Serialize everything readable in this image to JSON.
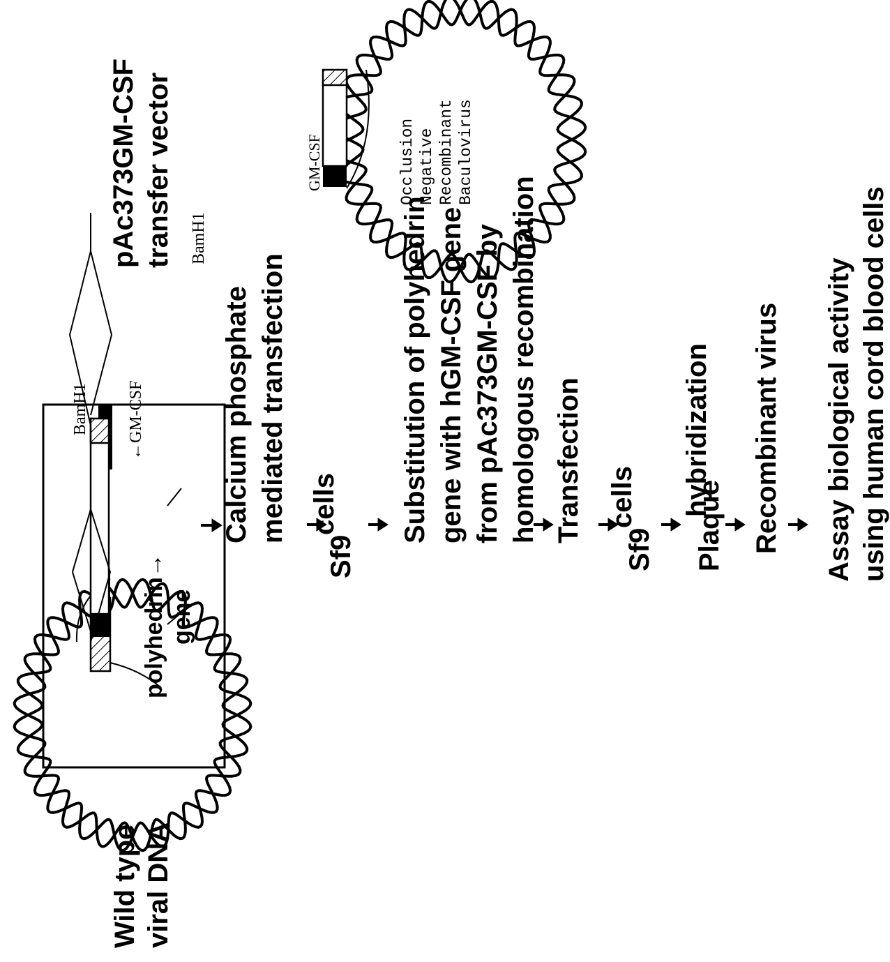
{
  "labels": {
    "wild_type_line1": "Wild type",
    "wild_type_line2": "viral DNA",
    "polyhedrin_line1": "polyhedrin→",
    "polyhedrin_line2": "gene",
    "vector_line1": "pAc373GM-CSF",
    "vector_line2": "transfer vector",
    "bamh1_top": "BamH1",
    "bamh1_bottom": "BamH1",
    "gm_csf_insert": "←GM-CSF",
    "gm_csf_recombinant": "GM-CSF",
    "recombinant_virus_lines": [
      "Occlusion",
      "Negative",
      "Recombinant",
      "Baculovirus"
    ]
  },
  "steps": {
    "calcium_line1": "Calcium phosphate",
    "calcium_line2": "mediated transfection",
    "sf9_first": "Sf9",
    "cells_first": "cells",
    "substitution_lines": [
      "Substitution of polyhedrin",
      "gene with hGM-CSF gene",
      "from pAc373GM-CSF by",
      "homologous recombination"
    ],
    "transfection": "Transfection",
    "sf9_second": "Sf9",
    "cells_second": "cells",
    "plaque": "Plaque",
    "hybridization": "hybridization",
    "recombinant_virus": "Recombinant virus",
    "assay_line1": "Assay biological activity",
    "assay_line2": "using human cord blood cells"
  }
}
